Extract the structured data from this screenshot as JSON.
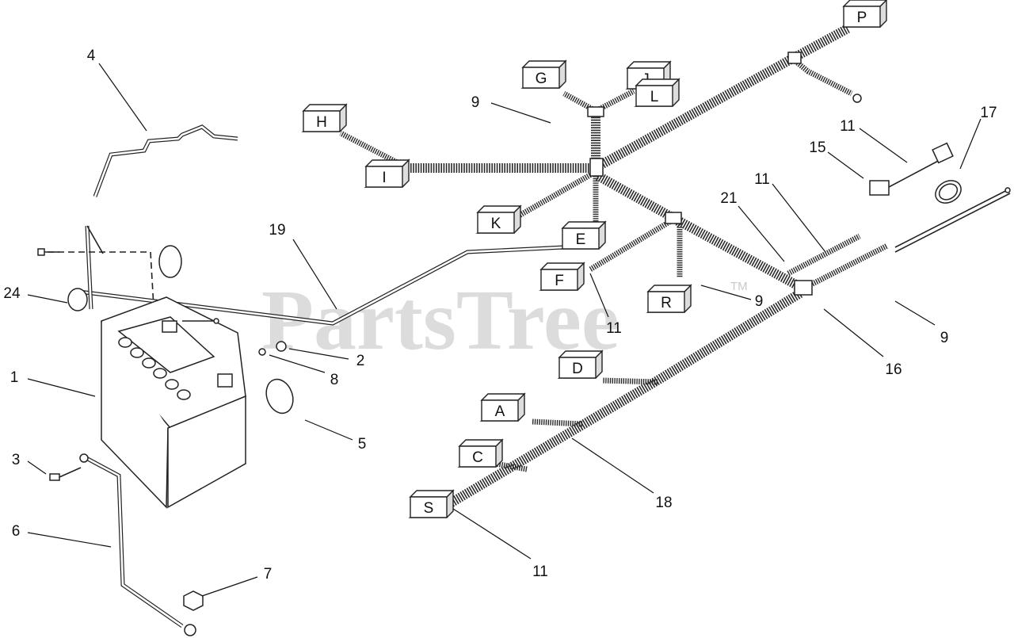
{
  "watermark": {
    "text": "PartsTree",
    "trademark": "TM"
  },
  "connectors": [
    {
      "letter": "P"
    },
    {
      "letter": "G"
    },
    {
      "letter": "J"
    },
    {
      "letter": "L"
    },
    {
      "letter": "H"
    },
    {
      "letter": "I"
    },
    {
      "letter": "K"
    },
    {
      "letter": "E"
    },
    {
      "letter": "F"
    },
    {
      "letter": "R"
    },
    {
      "letter": "D"
    },
    {
      "letter": "A"
    },
    {
      "letter": "C"
    },
    {
      "letter": "S"
    }
  ],
  "callouts": [
    {
      "number": "4"
    },
    {
      "number": "9"
    },
    {
      "number": "19"
    },
    {
      "number": "24"
    },
    {
      "number": "1"
    },
    {
      "number": "2"
    },
    {
      "number": "8"
    },
    {
      "number": "5"
    },
    {
      "number": "3"
    },
    {
      "number": "6"
    },
    {
      "number": "7"
    },
    {
      "number": "11"
    },
    {
      "number": "15"
    },
    {
      "number": "17"
    },
    {
      "number": "21"
    },
    {
      "number": "11"
    },
    {
      "number": "11"
    },
    {
      "number": "9"
    },
    {
      "number": "9"
    },
    {
      "number": "16"
    },
    {
      "number": "18"
    },
    {
      "number": "11"
    }
  ]
}
